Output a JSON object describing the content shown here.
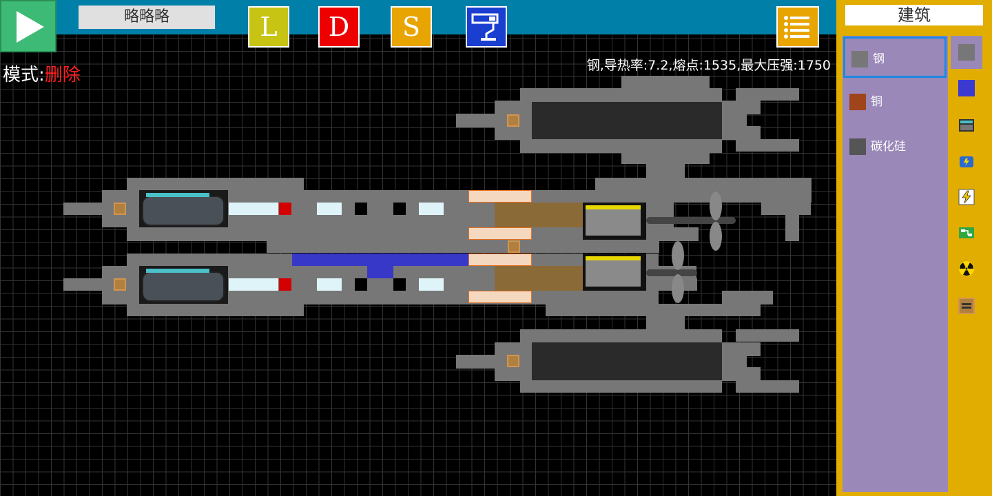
{
  "toolbar": {
    "design_name": "略略略",
    "l_label": "L",
    "d_label": "D",
    "s_label": "S"
  },
  "mode": {
    "label": "模式:",
    "value": "删除"
  },
  "material_info": "钢,导热率:7.2,熔点:1535,最大压强:1750",
  "panel": {
    "title": "建筑",
    "materials": [
      {
        "label": "钢",
        "color": "#777777",
        "selected": true
      },
      {
        "label": "铜",
        "color": "#a0441c",
        "selected": false
      },
      {
        "label": "碳化硅",
        "color": "#555555",
        "selected": false
      }
    ],
    "categories": [
      {
        "icon": "steel-block-icon",
        "selected": true
      },
      {
        "icon": "blue-block-icon"
      },
      {
        "icon": "machine-icon"
      },
      {
        "icon": "engine-icon"
      },
      {
        "icon": "lightning-icon"
      },
      {
        "icon": "circuit-icon"
      },
      {
        "icon": "radiation-icon"
      },
      {
        "icon": "control-box-icon"
      }
    ]
  },
  "colors": {
    "topbar": "#0080a8",
    "panel": "#e0ad00",
    "list_bg": "#9a88b8",
    "hull": "#777777",
    "mode_value": "#ff2020"
  }
}
